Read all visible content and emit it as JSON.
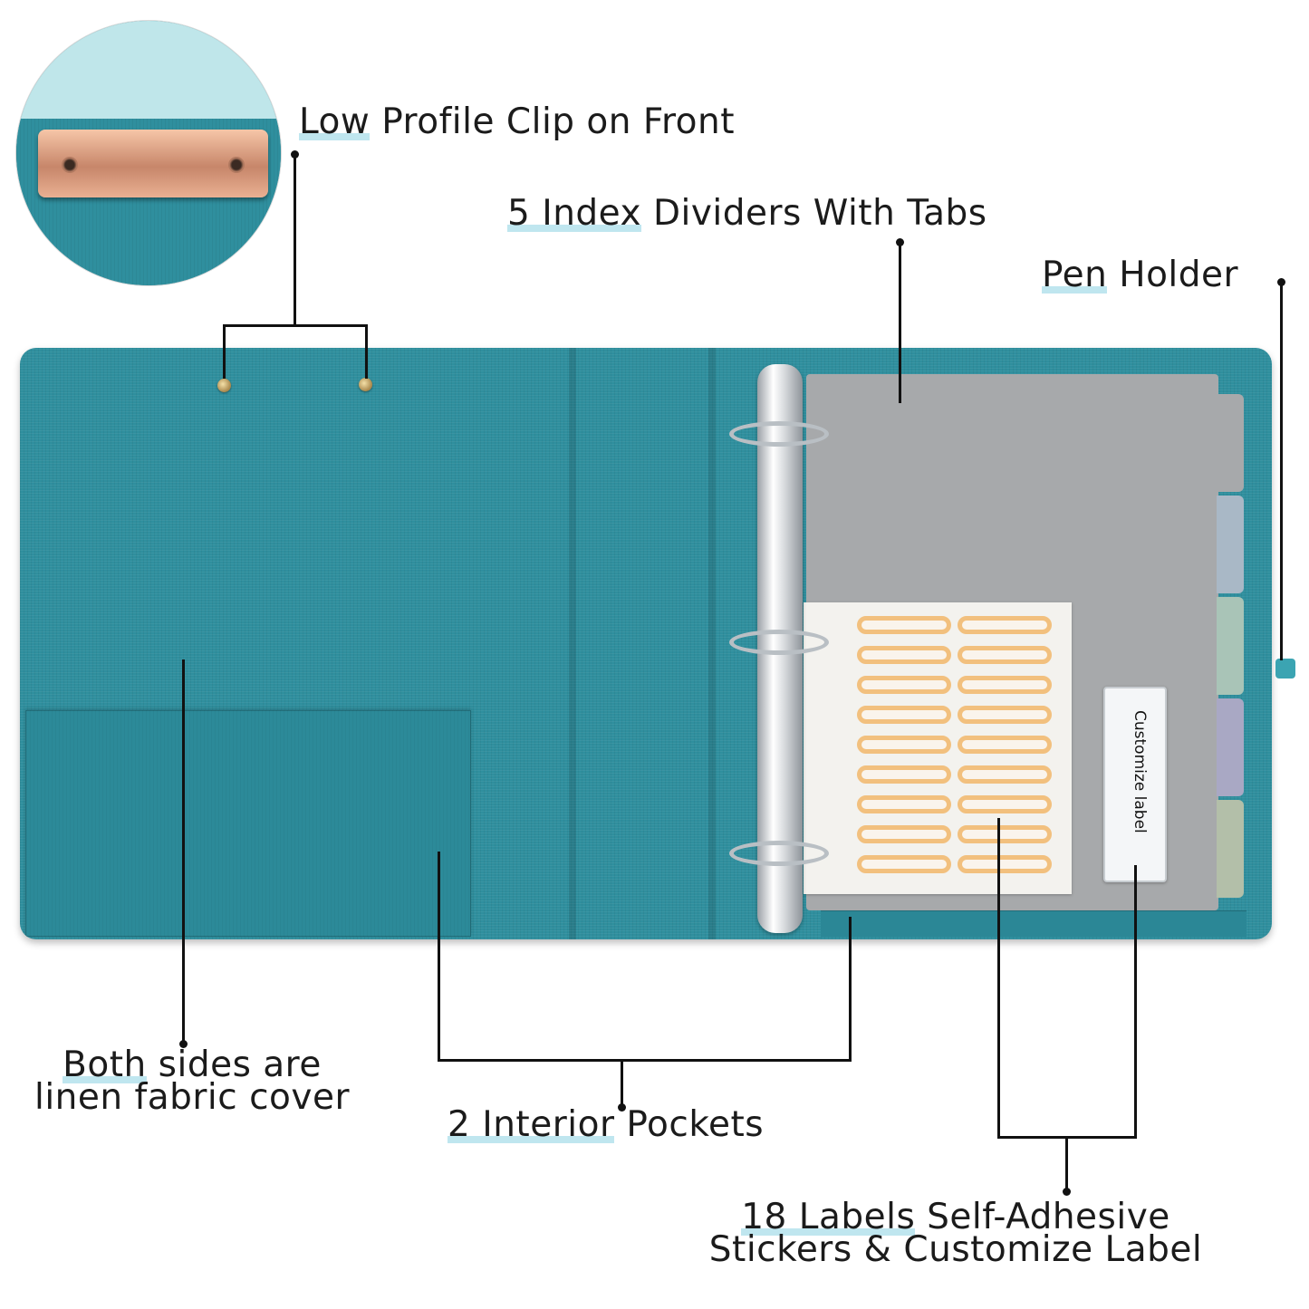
{
  "callouts": {
    "clip": {
      "highlight": "Low",
      "rest": " Profile Clip on Front"
    },
    "dividers": {
      "highlight": "5 Index",
      "rest": " Dividers With Tabs"
    },
    "pen": {
      "highlight": "Pen",
      "rest": " Holder"
    },
    "linen": {
      "highlight": "Both",
      "rest": " sides are",
      "line2": "linen fabric cover"
    },
    "pockets": {
      "highlight": "2 Interior",
      "rest": " Pockets"
    },
    "labels": {
      "highlight": "18 Labels",
      "rest": " Self-Adhesive",
      "line2": "Stickers & Customize Label"
    }
  },
  "customize_label": "Customize label",
  "colors": {
    "fabric": "#2f8f9e",
    "highlight": "#bfe6ef",
    "clip": "#d9957a",
    "divider_gray": "#a7a9ab",
    "tabs": [
      "#a7a9ab",
      "#a9b8c6",
      "#a9c4b7",
      "#a9a8c4",
      "#b3bfa9"
    ],
    "sticker": "#f2c07e"
  }
}
